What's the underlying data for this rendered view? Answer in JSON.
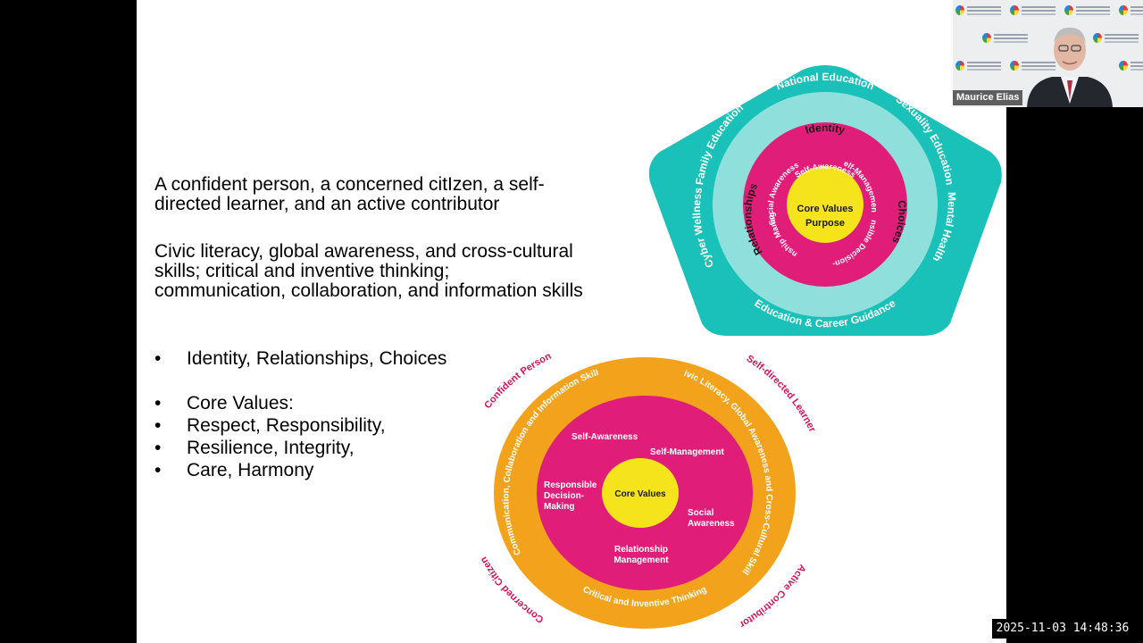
{
  "slide": {
    "paragraph_1": "A confident person, a concerned citIzen, a self-directed learner, and an active contributor",
    "paragraph_2": "Civic literacy, global awareness, and cross-cultural skills; critical and inventive thinking; communication, collaboration, and information skills",
    "bullet_char": "•",
    "bullets": [
      "Identity, Relationships, Choices",
      "Core Values:",
      "Respect, Responsibility,",
      "Resilience, Integrity,",
      "Care, Harmony"
    ]
  },
  "pentagon_diagram": {
    "outer_labels": [
      "National Education",
      "Sexuality Education",
      "Mental Health",
      "Education & Career Guidance",
      "Cyber Wellness",
      "Family Education"
    ],
    "middle_labels": [
      "Identity",
      "Choices",
      "Relationships"
    ],
    "inner_labels": [
      "Self-Awareness",
      "Self-Management",
      "Responsible Decision-making",
      "Relationship Management",
      "Social Awareness"
    ],
    "center": [
      "Core Values",
      "Purpose"
    ],
    "colors": {
      "teal": "#19c1b9",
      "light_teal": "#8fe0dc",
      "magenta": "#e01e79",
      "yellow": "#f5e41c"
    }
  },
  "circle_diagram": {
    "ring_labels": [
      "Civic Literacy, Global Awareness and Cross-Cultural Skills",
      "Critical and Inventive Thinking",
      "Communication, Collaboration and Information Skills"
    ],
    "outcomes": [
      "Confident Person",
      "Self-directed Learner",
      "Active Contributor",
      "Concerned Citizen"
    ],
    "inner_labels": {
      "self_awareness": "Self-Awareness",
      "self_management": "Self-Management",
      "responsible_decision_making": [
        "Responsible",
        "Decision-",
        "Making"
      ],
      "social_awareness": [
        "Social",
        "Awareness"
      ],
      "relationship_management": [
        "Relationship",
        "Management"
      ]
    },
    "center": "Core Values",
    "colors": {
      "orange": "#f2a31b",
      "magenta": "#e01e79",
      "yellow": "#f5e41c",
      "outcome_text": "#d4145a"
    }
  },
  "video": {
    "participant_name": "Maurice Elias",
    "timestamp": "2025-11-03 14:48:36"
  }
}
